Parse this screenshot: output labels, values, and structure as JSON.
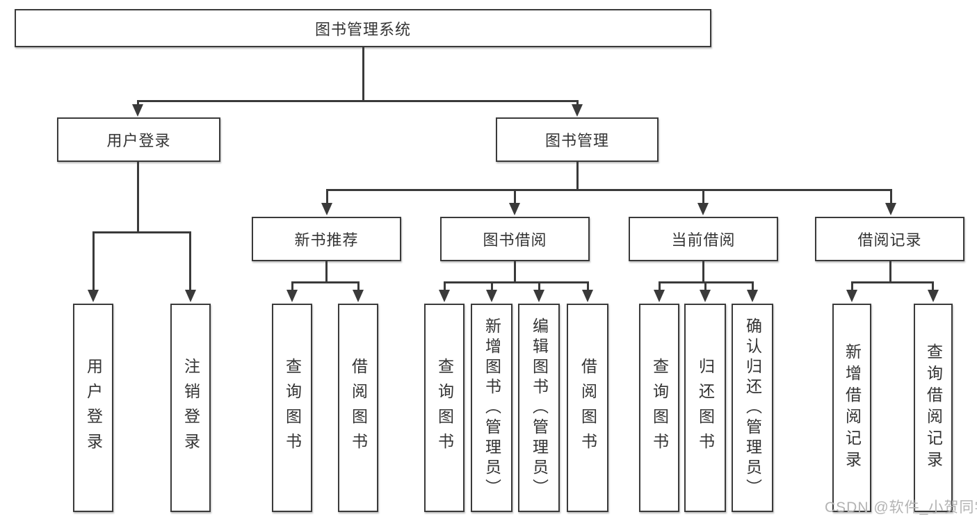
{
  "tree": {
    "root": {
      "label": "图书管理系统",
      "children": [
        {
          "label": "用户登录",
          "children": [
            {
              "label": "用户登录"
            },
            {
              "label": "注销登录"
            }
          ]
        },
        {
          "label": "图书管理",
          "children": [
            {
              "label": "新书推荐",
              "children": [
                {
                  "label": "查询图书"
                },
                {
                  "label": "借阅图书"
                }
              ]
            },
            {
              "label": "图书借阅",
              "children": [
                {
                  "label": "查询图书"
                },
                {
                  "label": "新增图书（管理员）"
                },
                {
                  "label": "编辑图书（管理员）"
                },
                {
                  "label": "借阅图书"
                }
              ]
            },
            {
              "label": "当前借阅",
              "children": [
                {
                  "label": "查询图书"
                },
                {
                  "label": "归还图书"
                },
                {
                  "label": "确认归还（管理员）"
                }
              ]
            },
            {
              "label": "借阅记录",
              "children": [
                {
                  "label": "新增借阅记录"
                },
                {
                  "label": "查询借阅记录"
                }
              ]
            }
          ]
        }
      ]
    }
  },
  "watermark": {
    "text": "CSDN @软件_小贺同学"
  },
  "icons": {
    "arrowhead": "filled-down-triangle"
  },
  "colors": {
    "background": "#ffffff",
    "border": "#3a3a3a",
    "line": "#3a3a3a",
    "text": "#333333",
    "watermark": "#b3b3b3"
  }
}
